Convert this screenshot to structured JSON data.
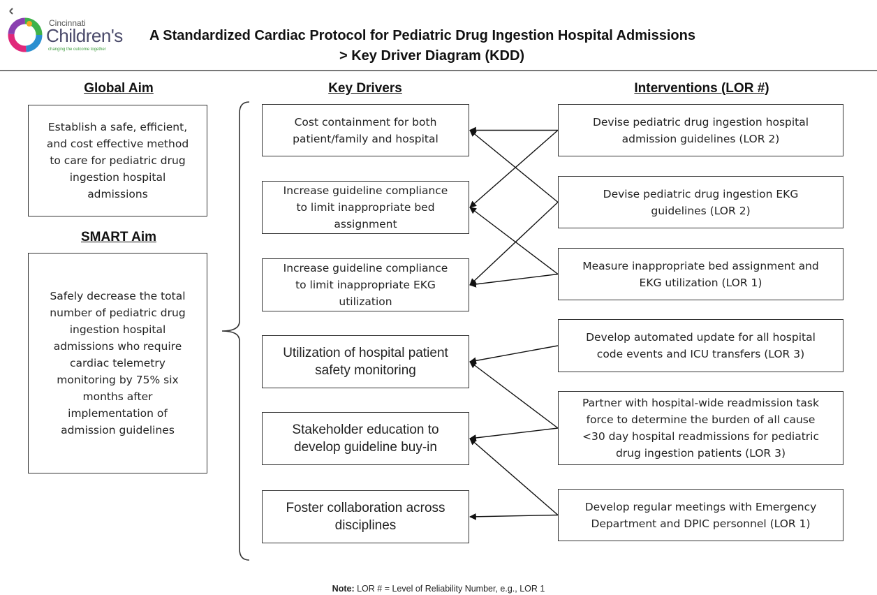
{
  "logo": {
    "wordmark_small": "Cincinnati",
    "wordmark_large": "Children's",
    "tagline": "changing the outcome together"
  },
  "header": {
    "title_line1": "A Standardized Cardiac Protocol for Pediatric Drug Ingestion Hospital Admissions",
    "title_line2": "> Key Driver Diagram (KDD)"
  },
  "columns": {
    "global_aim_heading": "Global Aim",
    "smart_aim_heading": "SMART Aim",
    "key_drivers_heading": "Key Drivers",
    "interventions_heading": "Interventions (LOR #)"
  },
  "global_aim": {
    "lines": [
      "Establish a safe, efficient,",
      "and cost effective method",
      "to care for pediatric drug",
      "ingestion hospital",
      "admissions"
    ]
  },
  "smart_aim": {
    "lines": [
      "Safely decrease the total",
      "number of pediatric drug",
      "ingestion hospital",
      "admissions who require",
      "cardiac telemetry",
      "monitoring by 75% six",
      "months after",
      "implementation of",
      "admission guidelines"
    ]
  },
  "key_drivers": [
    {
      "lines": [
        "Cost containment for both",
        "patient/family and hospital"
      ]
    },
    {
      "lines": [
        "Increase guideline compliance",
        "to limit inappropriate bed",
        "assignment"
      ]
    },
    {
      "lines": [
        "Increase guideline compliance",
        "to limit inappropriate EKG",
        "utilization"
      ]
    },
    {
      "lines": [
        "Utilization of hospital patient",
        "safety monitoring"
      ]
    },
    {
      "lines": [
        "Stakeholder education to",
        "develop guideline buy-in"
      ]
    },
    {
      "lines": [
        "Foster collaboration across",
        "disciplines"
      ]
    }
  ],
  "interventions": [
    {
      "lines": [
        "Devise pediatric drug ingestion hospital",
        "admission guidelines (LOR 2)"
      ]
    },
    {
      "lines": [
        "Devise pediatric drug ingestion EKG",
        "guidelines (LOR 2)"
      ]
    },
    {
      "lines": [
        "Measure inappropriate bed assignment and",
        "EKG utilization (LOR 1)"
      ]
    },
    {
      "lines": [
        "Develop automated update for all hospital",
        "code events and ICU transfers (LOR 3)"
      ]
    },
    {
      "lines": [
        "Partner with hospital-wide readmission task",
        "force to determine the burden of all cause",
        "<30 day hospital readmissions for pediatric",
        "drug ingestion patients (LOR 3)"
      ]
    },
    {
      "lines": [
        "Develop regular meetings with Emergency",
        "Department and DPIC personnel (LOR 1)"
      ]
    }
  ],
  "links": [
    {
      "from_intervention": 0,
      "to_driver": 0
    },
    {
      "from_intervention": 0,
      "to_driver": 1
    },
    {
      "from_intervention": 1,
      "to_driver": 0
    },
    {
      "from_intervention": 1,
      "to_driver": 2
    },
    {
      "from_intervention": 2,
      "to_driver": 1
    },
    {
      "from_intervention": 2,
      "to_driver": 2
    },
    {
      "from_intervention": 3,
      "to_driver": 3
    },
    {
      "from_intervention": 4,
      "to_driver": 3
    },
    {
      "from_intervention": 4,
      "to_driver": 4
    },
    {
      "from_intervention": 5,
      "to_driver": 4
    },
    {
      "from_intervention": 5,
      "to_driver": 5
    }
  ],
  "note": {
    "label": "Note:",
    "text": " LOR # = Level of Reliability  Number, e.g., LOR 1"
  },
  "colors": {
    "box_border": "#333333",
    "arrow": "#111111",
    "rule": "#777777"
  }
}
